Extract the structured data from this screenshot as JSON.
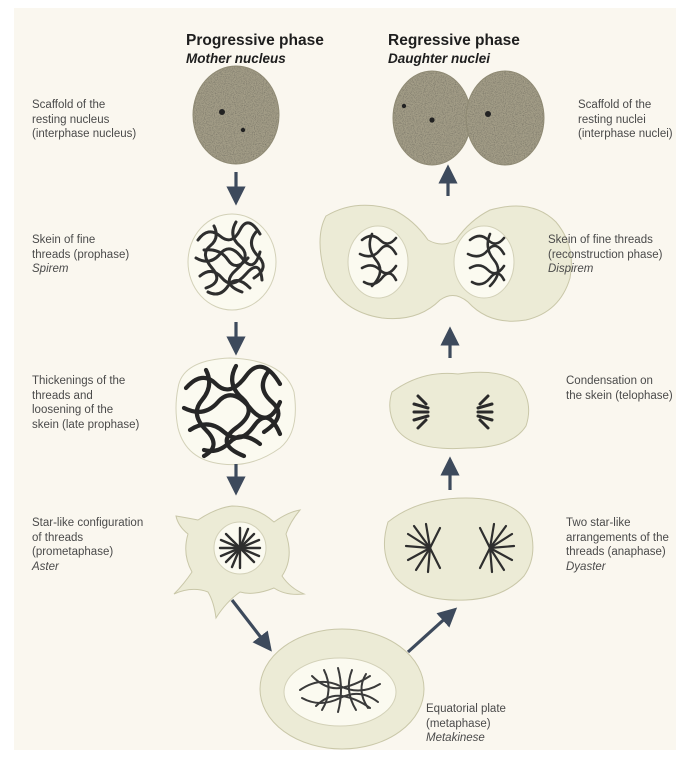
{
  "headers": {
    "progressive": "Progressive phase",
    "progressive_sub": "Mother nucleus",
    "regressive": "Regressive phase",
    "regressive_sub": "Daughter nuclei"
  },
  "labels": {
    "resting": [
      "Scaffold of the",
      "resting nucleus",
      "(interphase nucleus)"
    ],
    "spirem": [
      "Skein of fine",
      "threads (prophase)",
      "Spirem"
    ],
    "late_prophase": [
      "Thickenings of the",
      "threads and",
      "loosening of the",
      "skein (late prophase)"
    ],
    "aster": [
      "Star-like configuration",
      "of threads",
      "(prometaphase)",
      "Aster"
    ],
    "metakinese": [
      "Equatorial plate",
      "(metaphase)",
      "Metakinese"
    ],
    "dyaster": [
      "Two star-like",
      "arrangements of the",
      "threads (anaphase)",
      "Dyaster"
    ],
    "telophase": [
      "Condensation on",
      "the skein (telophase)"
    ],
    "dispirem": [
      "Skein of fine threads",
      "(reconstruction phase)",
      "Dispirem"
    ],
    "resting_daughter": [
      "Scaffold of the",
      "resting nuclei",
      "(interphase nuclei)"
    ]
  },
  "colors": {
    "arrow": "#3d4a5c",
    "cell_fill": "#ecebd6",
    "cell_edge": "#c9c7a8",
    "nucleus_fill": "#fbfaf0",
    "chromatin": "#2e2e2e",
    "stipple_base": "#a39d87"
  }
}
